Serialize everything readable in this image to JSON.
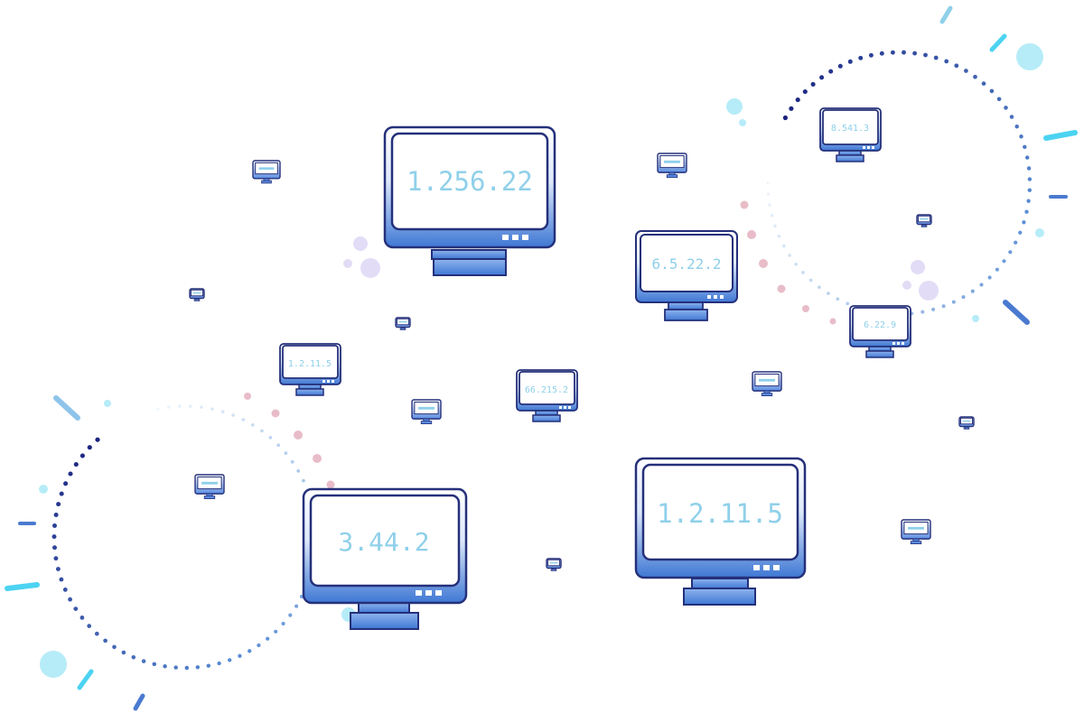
{
  "colors": {
    "monitor_outline": "#25307a",
    "monitor_body_top": "#ffffff",
    "monitor_body_bottom": "#3f78d4",
    "screen_fill": "#ffffff",
    "ip_text": "#8fd0ea",
    "accent_cyan": "#4cd3f2",
    "accent_light_cyan": "#b6ecf8",
    "accent_pink": "#e8bcc8",
    "accent_lavender": "#e3dcf6",
    "dot_dark": "#1a237e"
  },
  "icons": {
    "monitor": "monitor-icon",
    "mini_monitor": "mini-monitor-icon"
  },
  "monitors": [
    {
      "name": "monitor-large-1",
      "label": "1.256.22"
    },
    {
      "name": "monitor-large-2",
      "label": "3.44.2"
    },
    {
      "name": "monitor-large-3",
      "label": "1.2.11.5"
    },
    {
      "name": "monitor-medium-1",
      "label": "6.5.22.2"
    },
    {
      "name": "monitor-small-1",
      "label": "8.541.3"
    },
    {
      "name": "monitor-small-2",
      "label": "6.22.9"
    },
    {
      "name": "monitor-small-3",
      "label": "1.2.11.5"
    },
    {
      "name": "monitor-small-4",
      "label": "66.215.2"
    }
  ]
}
